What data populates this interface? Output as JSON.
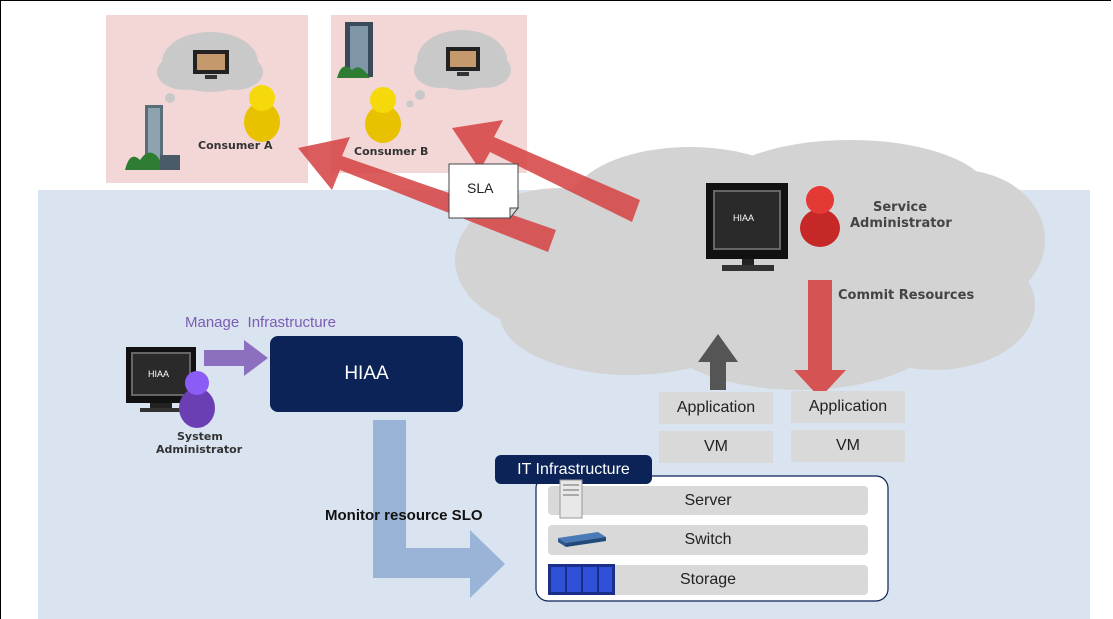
{
  "consumers": [
    {
      "label": "Consumer A"
    },
    {
      "label": "Consumer B"
    }
  ],
  "sla": "SLA",
  "service_admin": {
    "line1": "Service",
    "line2": "Administrator"
  },
  "monitor_hiaa_text": "HIAA",
  "commit_resources": "Commit Resources",
  "manage_infrastructure": "Manage  Infrastructure",
  "hiaa_main": "HIAA",
  "system_admin": {
    "line1": "System",
    "line2": "Administrator"
  },
  "stacks": [
    {
      "app": "Application",
      "vm": "VM"
    },
    {
      "app": "Application",
      "vm": "VM"
    }
  ],
  "monitor_slo": "Monitor resource SLO",
  "it_infrastructure": {
    "title": "IT Infrastructure",
    "rows": [
      "Server",
      "Switch",
      "Storage"
    ]
  },
  "colors": {
    "background_panel": "#dae3f0",
    "consumer_panel": "#f3d7d7",
    "cloud": "#d3d3d3",
    "red_arrow": "#d64545",
    "blue_arrow": "#99b4d6",
    "purple": "#8c6fbf",
    "hiaa_box": "#0b2356"
  }
}
